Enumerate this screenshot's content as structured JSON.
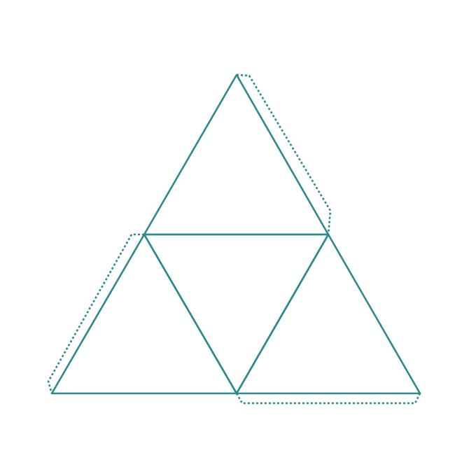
{
  "diagram": {
    "kind": "tetrahedron-net",
    "faces": [
      "top-face",
      "center-face",
      "left-face",
      "right-face"
    ],
    "glue_tabs": [
      "top-right-tab",
      "left-tab",
      "bottom-tab"
    ],
    "colors": {
      "stroke": "#2b8a8c",
      "background": "#ffffff"
    }
  }
}
